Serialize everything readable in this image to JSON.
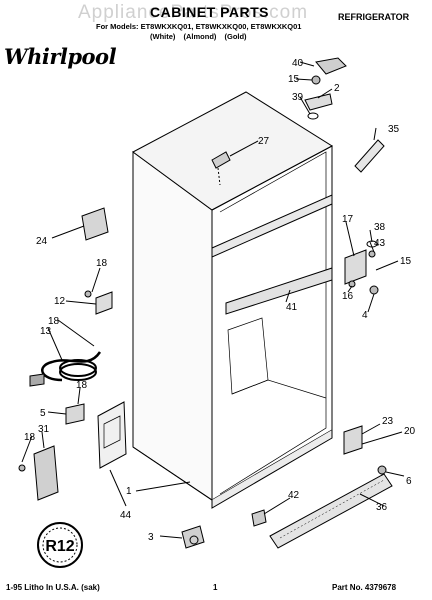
{
  "header": {
    "watermark": "AppliancePartsPros.com",
    "title": "CABINET PARTS",
    "category": "REFRIGERATOR",
    "models": "For Models: ET8WKXKQ01, ET8WKXKQ00, ET8WKXKQ01",
    "colors": "(White) (Almond) (Gold)",
    "brand": "Whirlpool"
  },
  "footer": {
    "left": "1-95 Litho In U.S.A. (sak)",
    "page": "1",
    "part_no": "Part No. 4379678"
  },
  "badge": {
    "text": "R12",
    "icon": "r12-refrigerant-badge-icon"
  },
  "callouts": [
    "40",
    "15",
    "2",
    "39",
    "27",
    "35",
    "17",
    "38",
    "43",
    "15",
    "16",
    "4",
    "24",
    "18",
    "12",
    "41",
    "13",
    "18",
    "18",
    "5",
    "18",
    "31",
    "23",
    "20",
    "6",
    "1",
    "44",
    "42",
    "36",
    "3"
  ]
}
